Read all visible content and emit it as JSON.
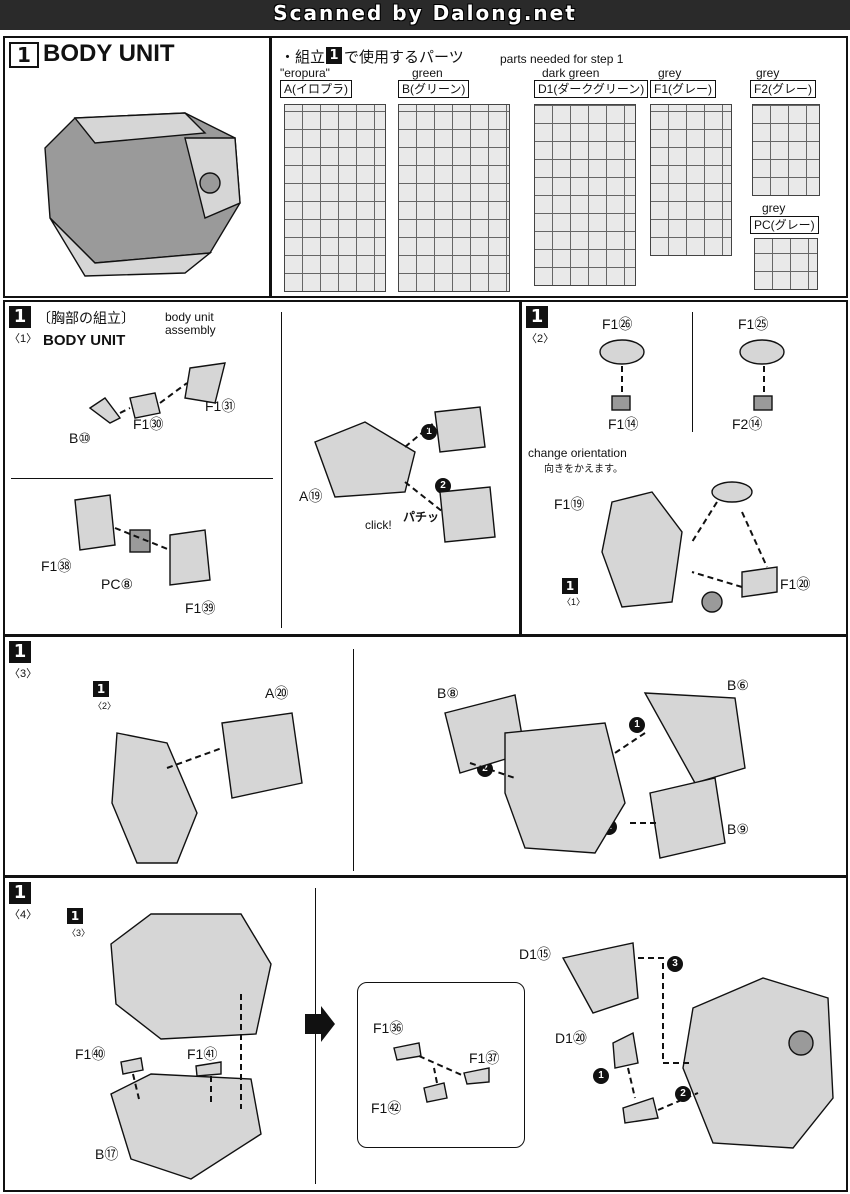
{
  "header": {
    "title": "Scanned by Dalong.net"
  },
  "title_panel": {
    "step": "1",
    "title": "BODY UNIT"
  },
  "parts_panel": {
    "prefix": "・組立",
    "step": "1",
    "suffix": "で使用するパーツ",
    "english": "parts needed for step 1",
    "runners": [
      {
        "note": "\"eropura\"",
        "label": "A(イロプラ)"
      },
      {
        "note": "green",
        "label": "B(グリーン)"
      },
      {
        "note": "dark green",
        "label": "D1(ダークグリーン)"
      },
      {
        "note": "grey",
        "label": "F1(グレー)"
      },
      {
        "note": "grey",
        "label": "F2(グレー)"
      },
      {
        "note": "grey",
        "label": "PC(グレー)"
      }
    ]
  },
  "sub1": {
    "step": "1",
    "sub": "〈1〉",
    "jp": "〔胸部の組立〕",
    "en1": "body unit",
    "en2": "assembly",
    "title": "BODY UNIT",
    "labels": [
      "B⑩",
      "F1㉚",
      "F1㉛",
      "F1㊳",
      "PC⑧",
      "F1㊴",
      "A⑲",
      "click!",
      "パチッ",
      "1",
      "2"
    ]
  },
  "sub2": {
    "step": "1",
    "sub": "〈2〉",
    "labels": [
      "F1㉖",
      "F1⑭",
      "F1㉕",
      "F2⑭",
      "change orientation",
      "向きをかえます。",
      "F1⑲",
      "F1⑳",
      "1",
      "〈1〉"
    ]
  },
  "sub3": {
    "step": "1",
    "sub": "〈3〉",
    "labels": [
      "1",
      "〈2〉",
      "A⑳",
      "B⑧",
      "B⑥",
      "B⑨",
      "1",
      "2",
      "2"
    ]
  },
  "sub4": {
    "step": "1",
    "sub": "〈4〉",
    "labels": [
      "1",
      "〈3〉",
      "F1㊵",
      "F1㊶",
      "B⑰",
      "F1㊱",
      "F1㊲",
      "F1㊷",
      "D1⑮",
      "D1⑳",
      "3",
      "1",
      "2"
    ]
  }
}
